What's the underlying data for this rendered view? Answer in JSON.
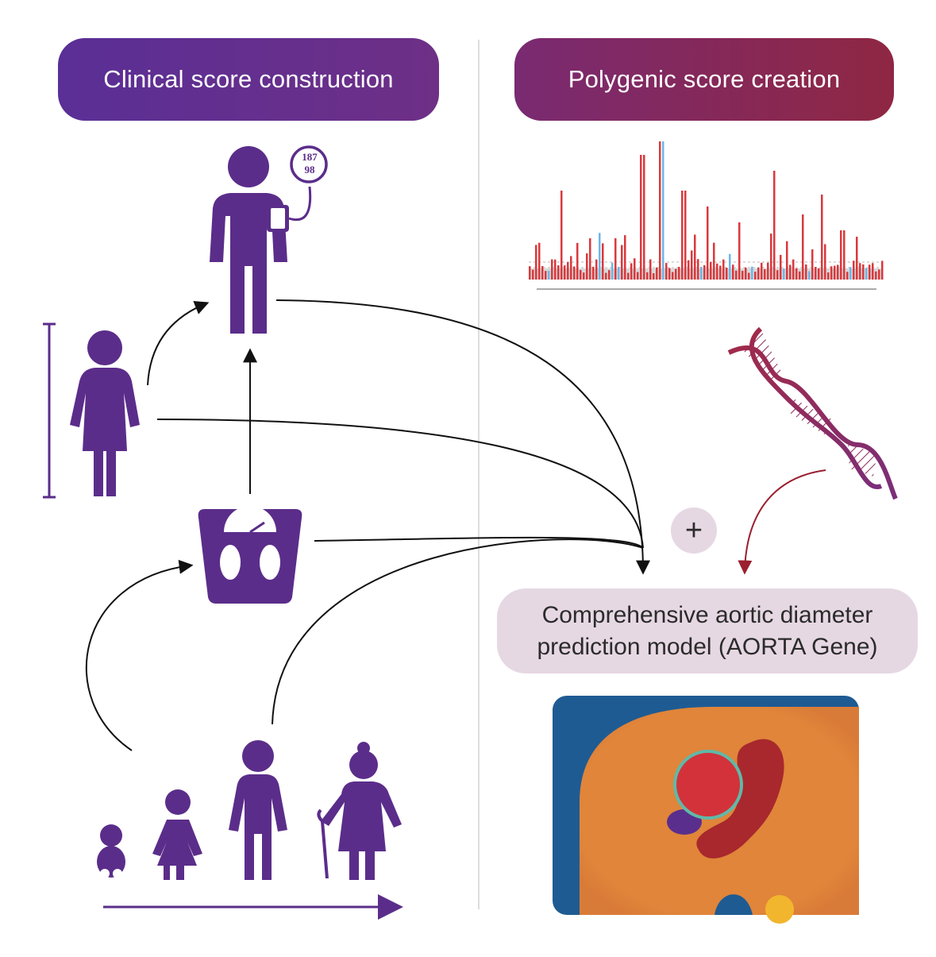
{
  "headers": {
    "left": "Clinical score construction",
    "right": "Polygenic score creation"
  },
  "model": {
    "line1": "Comprehensive aortic diameter",
    "line2": "prediction model (AORTA Gene)"
  },
  "plus_symbol": "+",
  "blood_pressure": {
    "systolic": "187",
    "diastolic": "98"
  },
  "colors": {
    "purple": "#5b2d8a",
    "magenta": "#8f2743",
    "dna": "#8e2a5a",
    "manhattan_red": "#d9393d",
    "manhattan_blue": "#6fb6e6",
    "box_bg": "#e6d8e3",
    "mri_blue": "#1e5b93",
    "mri_orange": "#e0853a"
  },
  "icons": [
    "person-bp-icon",
    "woman-height-icon",
    "scale-icon",
    "age-group-icon",
    "dna-icon",
    "manhattan-plot",
    "mri-scan"
  ]
}
